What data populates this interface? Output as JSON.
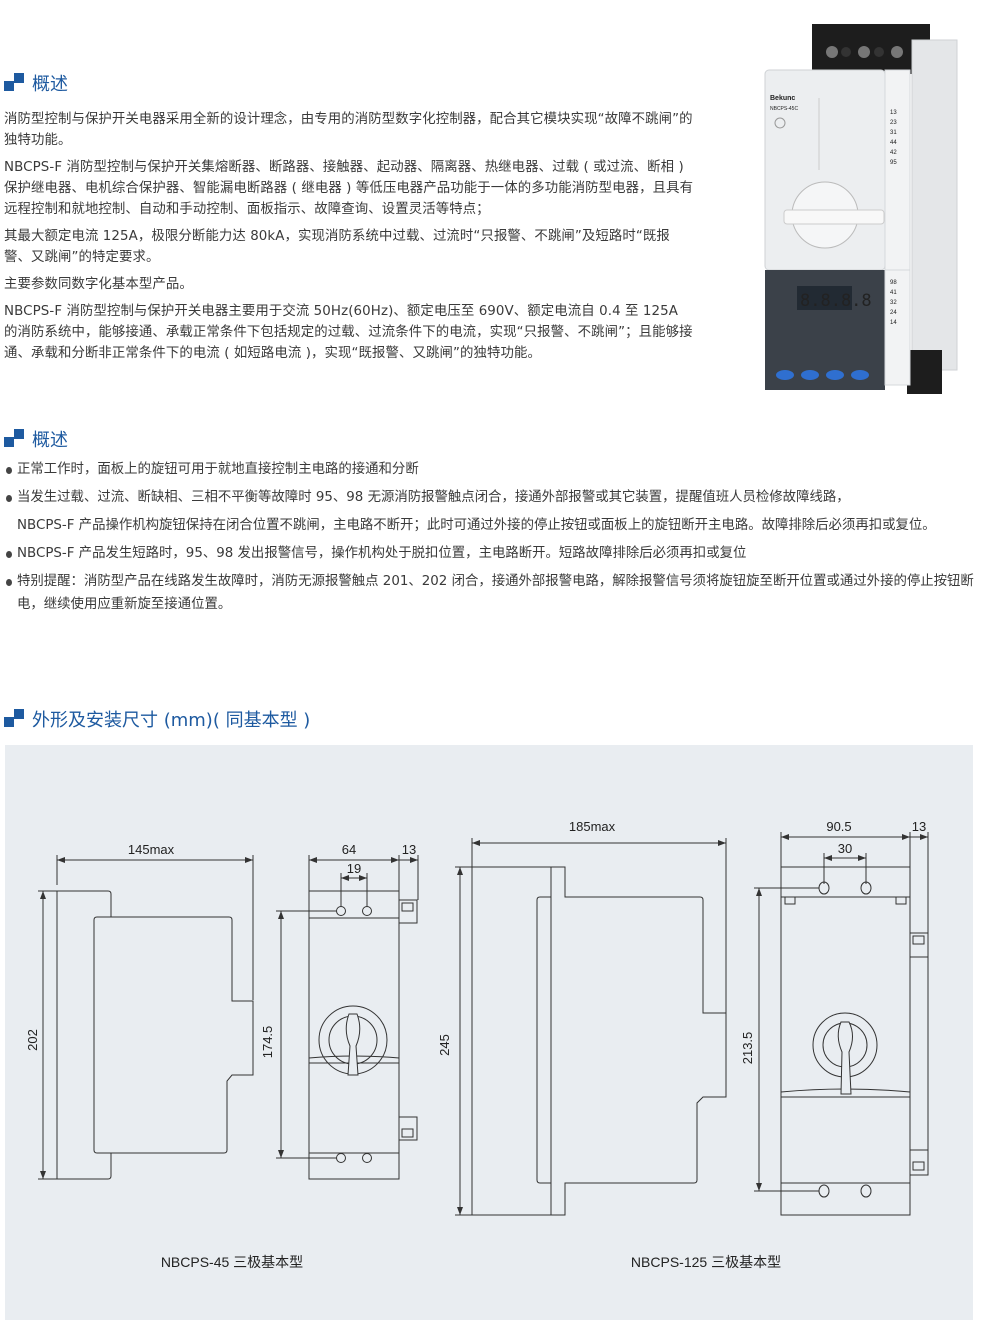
{
  "section1": {
    "heading": "概述",
    "paragraphs": [
      "消防型控制与保护开关电器采用全新的设计理念，由专用的消防型数字化控制器，配合其它模块实现“故障不跳闸”的独特功能。",
      "NBCPS-F 消防型控制与保护开关集熔断器、断路器、接触器、起动器、隔离器、热继电器、过载 ( 或过流、断相 ) 保护继电器、电机综合保护器、智能漏电断路器 ( 继电器 ) 等低压电器产品功能于一体的多功能消防型电器，且具有远程控制和就地控制、自动和手动控制、面板指示、故障查询、设置灵活等特点；",
      "其最大额定电流 125A，极限分断能力达 80kA，实现消防系统中过载、过流时“只报警、不跳闸”及短路时“既报警、又跳闸”的特定要求。",
      "主要参数同数字化基本型产品。",
      "NBCPS-F 消防型控制与保护开关电器主要用于交流 50Hz(60Hz)、额定电压至 690V、额定电流自 0.4 至 125A 的消防系统中，能够接通、承载正常条件下包括规定的过载、过流条件下的电流，实现“只报警、不跳闸”；且能够接通、承载和分断非正常条件下的电流 ( 如短路电流 )，实现“既报警、又跳闸”的独特功能。"
    ]
  },
  "product_photo": {
    "brand": "Bekunc",
    "model": "NBCPS-45C",
    "display": "8.8.8.8",
    "terminals_upper": [
      "13",
      "23",
      "31",
      "44",
      "42",
      "95"
    ],
    "terminals_lower": [
      "98",
      "41",
      "32",
      "24",
      "14"
    ]
  },
  "section2": {
    "heading": "概述",
    "bullets": [
      {
        "text": "正常工作时，面板上的旋钮可用于就地直接控制主电路的接通和分断"
      },
      {
        "text": "当发生过载、过流、断缺相、三相不平衡等故障时 95、98 无源消防报警触点闭合，接通外部报警或其它装置，提醒值班人员检修故障线路，",
        "cont": "NBCPS-F 产品操作机构旋钮保持在闭合位置不跳闸，主电路不断开；此时可通过外接的停止按钮或面板上的旋钮断开主电路。故障排除后必须再扣或复位。"
      },
      {
        "text": "NBCPS-F 产品发生短路时，95、98 发出报警信号，操作机构处于脱扣位置，主电路断开。短路故障排除后必须再扣或复位"
      },
      {
        "text": "特别提醒：消防型产品在线路发生故障时，消防无源报警触点 201、202 闭合，接通外部报警电路，解除报警信号须将旋钮旋至断开位置或通过外接的停止按钮断电，继续使用应重新旋至接通位置。"
      }
    ]
  },
  "section3": {
    "heading": "外形及安装尺寸 (mm)( 同基本型 )",
    "panel_color": "#e9edf1",
    "drawings": [
      {
        "caption": "NBCPS-45 三极基本型",
        "side": {
          "width": "145max",
          "height": "202"
        },
        "front": {
          "width": "64",
          "rail": "13",
          "hole_spacing": "19",
          "mount_height": "174.5"
        }
      },
      {
        "caption": "NBCPS-125 三极基本型",
        "side": {
          "width": "185max",
          "height": "245"
        },
        "front": {
          "width": "90.5",
          "rail": "13",
          "hole_spacing": "30",
          "mount_height": "213.5"
        }
      }
    ]
  },
  "colors": {
    "accent": "#1e5aa0",
    "text": "#3a3a3a"
  }
}
